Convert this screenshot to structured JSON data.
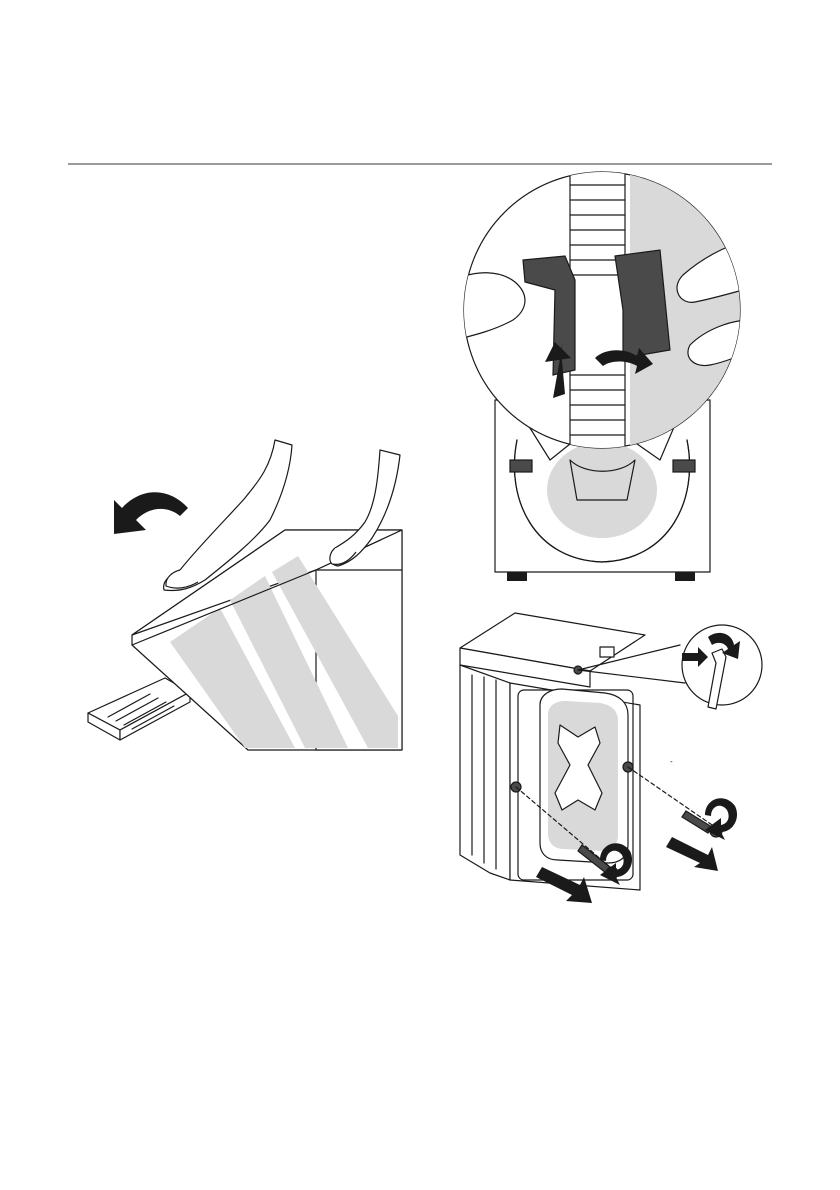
{
  "page": {
    "marker": "-"
  },
  "figures": [
    {
      "id": "tilt-machine",
      "arrow": "curved-arrow-left"
    },
    {
      "id": "hose-clip-detail",
      "arrow": "double-arrow"
    },
    {
      "id": "transit-bolts-removal",
      "arrows": [
        "curved-arrow",
        "straight-arrow"
      ]
    }
  ],
  "colors": {
    "line": "#1a1a1a",
    "panel": "#d9d9d9",
    "rule": "#9a9a9a",
    "part": "#4a4a4a"
  }
}
